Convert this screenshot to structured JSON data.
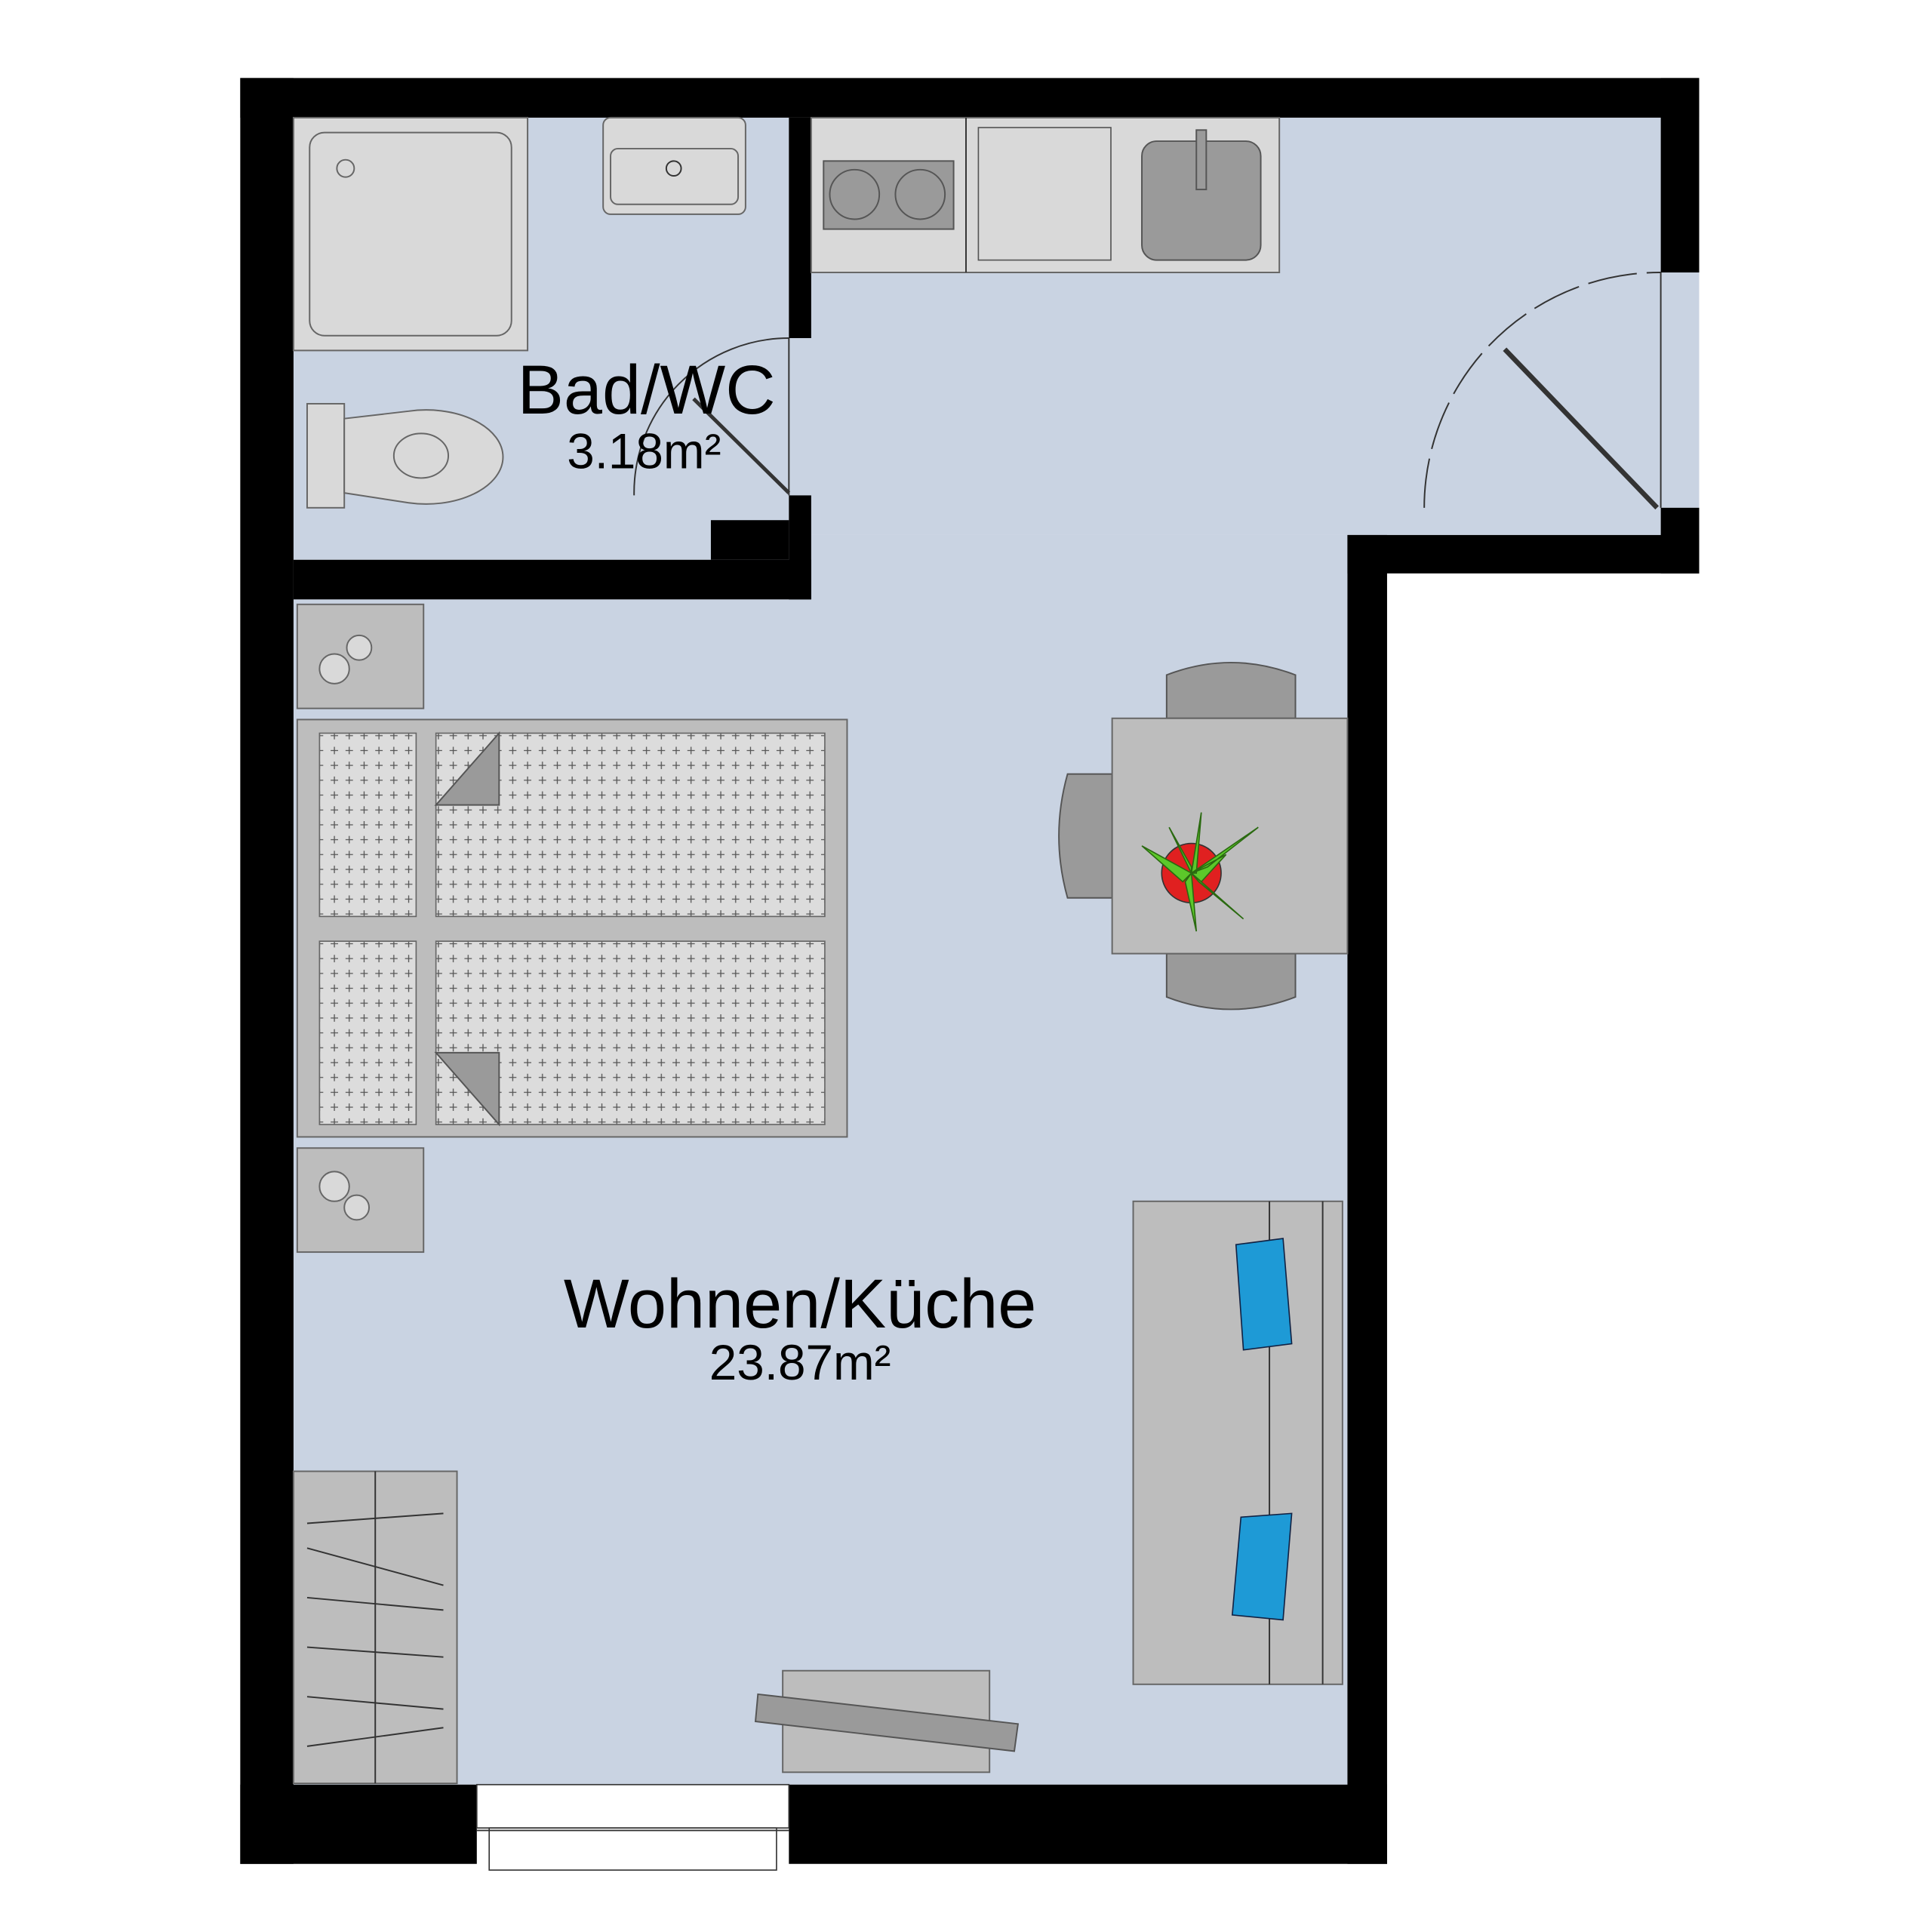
{
  "rooms": [
    {
      "name": "Bad/WC",
      "area": "3.18m²"
    },
    {
      "name": "Wohnen/Küche",
      "area": "23.87m²"
    }
  ],
  "colors": {
    "wall": "#000000",
    "floor": "#c9d3e2",
    "furniture": "#bdbdbd",
    "pillow_accent": "#1e9ad6",
    "plant_leaf": "#5cc82a",
    "plant_pot": "#e02020"
  }
}
